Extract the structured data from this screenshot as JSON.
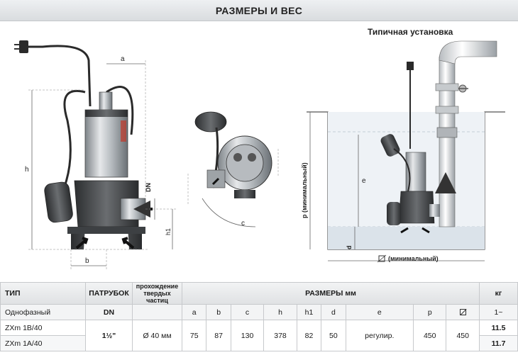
{
  "title": "РАЗМЕРЫ И ВЕС",
  "install_caption": "Типичная установка",
  "labels": {
    "a": "a",
    "b": "b",
    "c": "c",
    "h": "h",
    "h1": "h1",
    "DN": "DN",
    "e": "e",
    "d": "d",
    "p_min": "p  (минимальный)",
    "diam_min": "(минимальный)"
  },
  "table": {
    "col_type": "ТИП",
    "col_port": "ПАТРУБОК",
    "col_solids_1": "прохождение",
    "col_solids_2": "твердых частиц",
    "col_dims": "РАЗМЕРЫ  мм",
    "col_kg": "кг",
    "sub_type": "Однофазный",
    "sub_port": "DN",
    "dim_headers": [
      "a",
      "b",
      "c",
      "h",
      "h1",
      "d",
      "e",
      "p"
    ],
    "sub_kg": "1~",
    "rows": [
      {
        "name": "ZXm 1B/40",
        "weight": "11.5"
      },
      {
        "name": "ZXm 1A/40",
        "weight": "11.7"
      }
    ],
    "port_value": "1½\"",
    "solids_value": "Ø 40 мм",
    "dims": [
      "75",
      "87",
      "130",
      "378",
      "82",
      "50",
      "регулир.",
      "450",
      "450"
    ]
  }
}
